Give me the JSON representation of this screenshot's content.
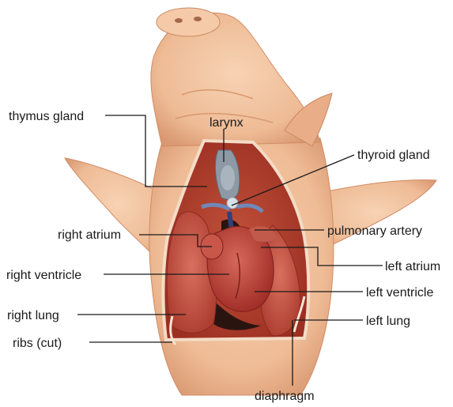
{
  "labels": {
    "thymus_gland": "thymus gland",
    "larynx": "larynx",
    "thyroid_gland": "thyroid gland",
    "right_atrium": "right atrium",
    "pulmonary_artery": "pulmonary artery",
    "left_atrium": "left atrium",
    "right_ventricle": "right ventricle",
    "left_ventricle": "left ventricle",
    "right_lung": "right lung",
    "left_lung": "left lung",
    "ribs_cut": "ribs (cut)",
    "diaphragm": "diaphragm"
  },
  "colors": {
    "skin": "#f2c29e",
    "skin_shadow": "#dc9c76",
    "cavity": "#b8412d",
    "organ": "#c94a3c",
    "heart": "#b93a32",
    "dark": "#2a1410",
    "vessel": "#6f88b8",
    "trachea": "#8d9aa6",
    "leader": "#1a1a1a"
  }
}
